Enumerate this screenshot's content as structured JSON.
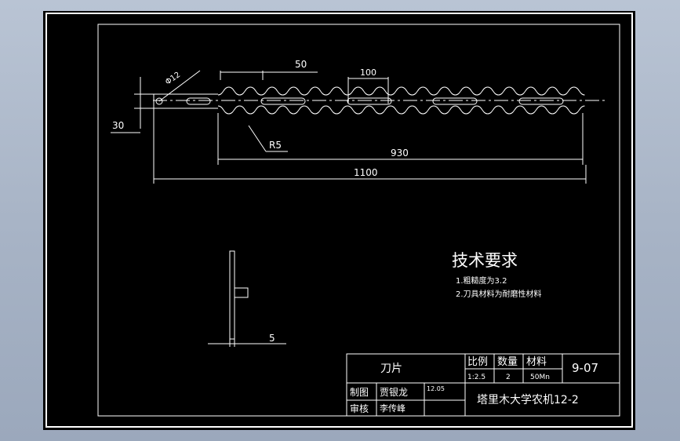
{
  "dimensions": {
    "pitch": "50",
    "slot_length": "100",
    "hole_diameter": "Φ12",
    "edge_offset": "30",
    "fillet_radius": "R5",
    "toothed_length": "930",
    "total_length": "1100",
    "thickness": "5"
  },
  "tech_requirements": {
    "title": "技术要求",
    "items": [
      "1.粗糙度为3.2",
      "2.刀具材料为耐磨性材料"
    ]
  },
  "title_block": {
    "part_name": "刀片",
    "scale_label": "比例",
    "scale_value": "1:2.5",
    "quantity_label": "数量",
    "quantity_value": "2",
    "material_label": "材料",
    "material_value": "50Mn",
    "drawing_number": "9-07",
    "drawn_label": "制图",
    "drawn_by": "贾银龙",
    "date": "12.05",
    "checked_label": "审核",
    "checked_by": "李传峰",
    "institution": "塔里木大学农机12-2"
  }
}
